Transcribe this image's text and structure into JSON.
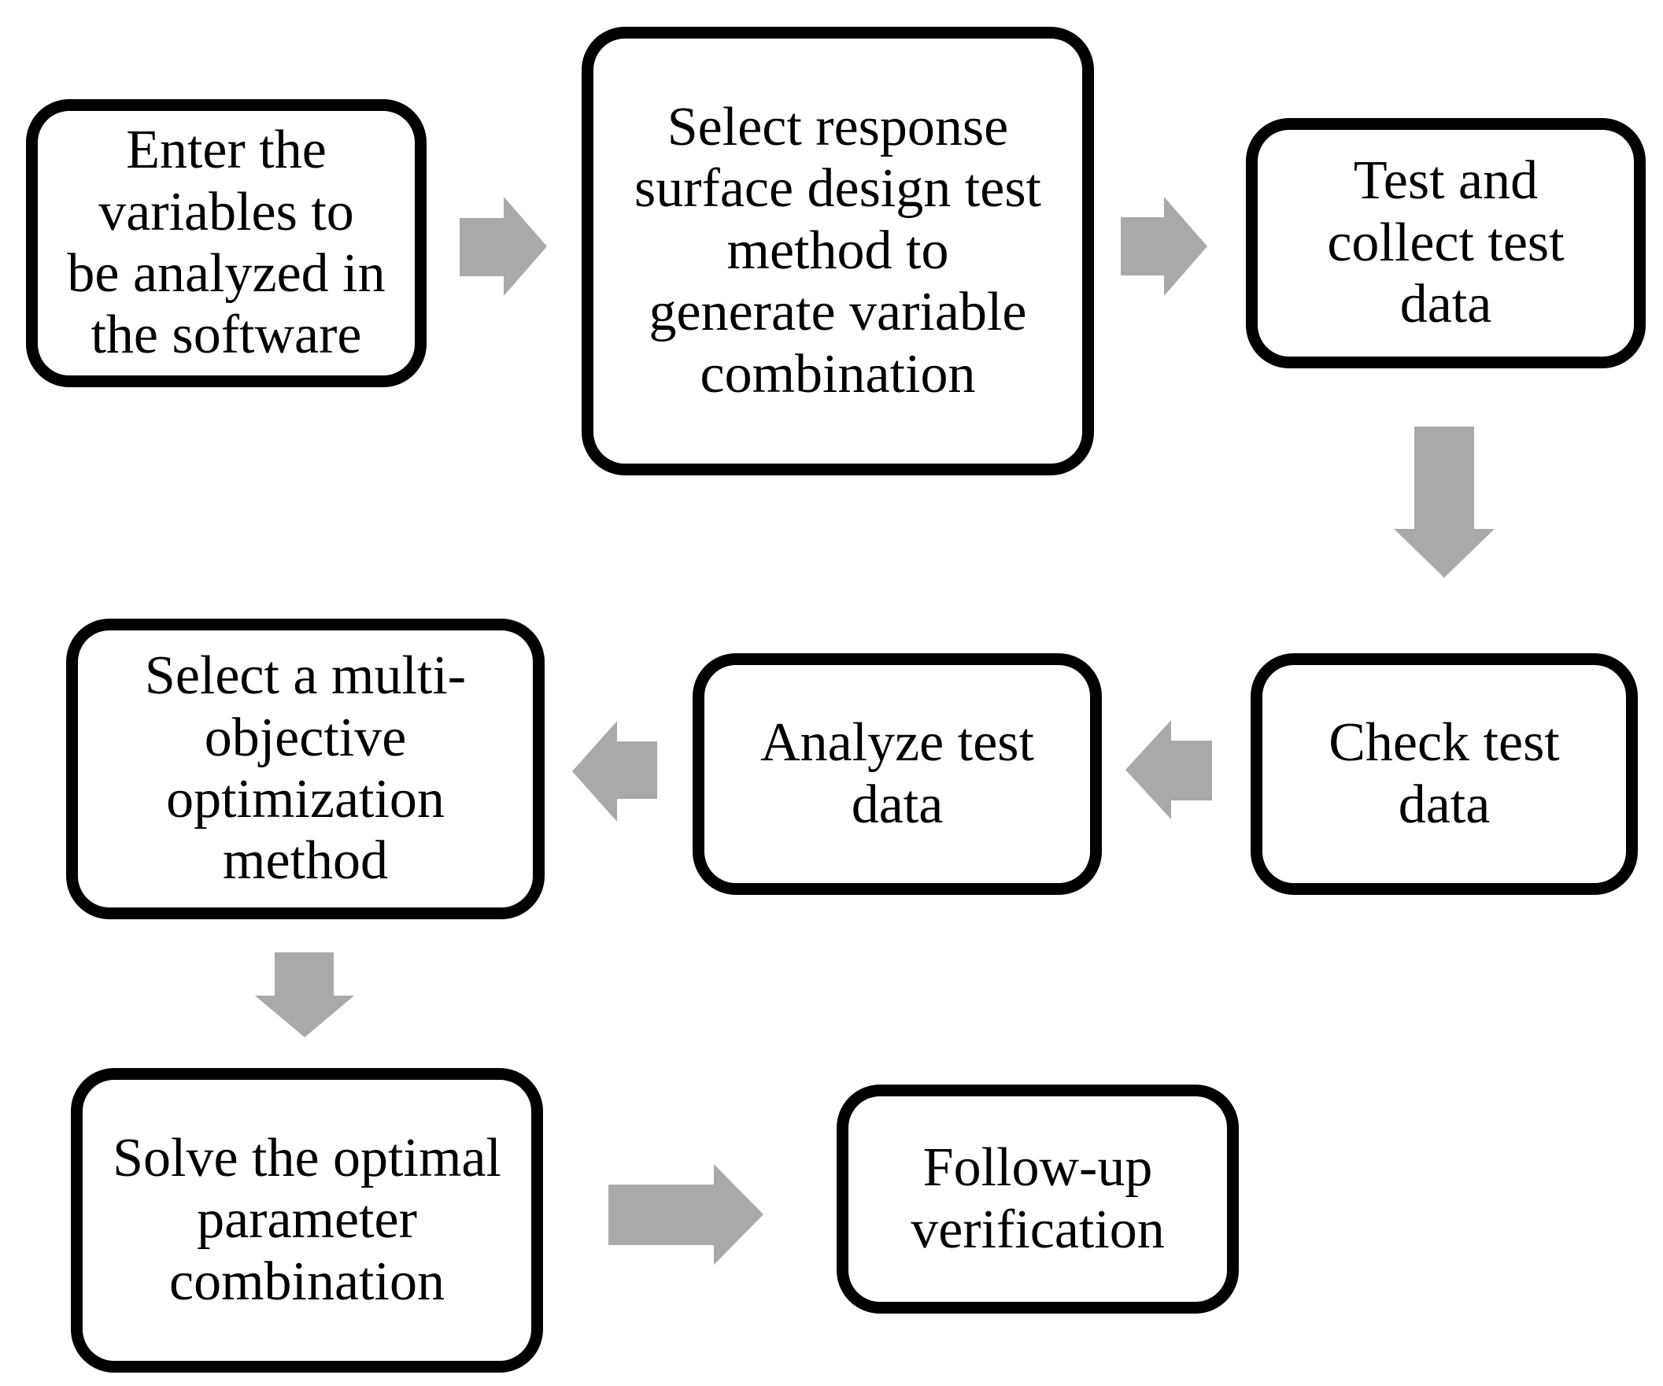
{
  "colors": {
    "background": "#ffffff",
    "box_border": "#000000",
    "text": "#000000",
    "arrow": "#a9a9a9"
  },
  "flowchart": {
    "steps": [
      {
        "id": "enter-variables",
        "label": "Enter the\nvariables to\nbe analyzed in\nthe software"
      },
      {
        "id": "select-rsm-design",
        "label": "Select response\nsurface design test\nmethod to\ngenerate variable\ncombination"
      },
      {
        "id": "test-collect-data",
        "label": "Test and\ncollect test\ndata"
      },
      {
        "id": "check-test-data",
        "label": "Check test\ndata"
      },
      {
        "id": "analyze-test-data",
        "label": "Analyze test\ndata"
      },
      {
        "id": "select-moo-method",
        "label": "Select a multi-\nobjective\noptimization\nmethod"
      },
      {
        "id": "solve-optimal-params",
        "label": "Solve the optimal\nparameter\ncombination"
      },
      {
        "id": "follow-up-verification",
        "label": "Follow-up\nverification"
      }
    ],
    "arrows": [
      {
        "from": "enter-variables",
        "to": "select-rsm-design",
        "direction": "right"
      },
      {
        "from": "select-rsm-design",
        "to": "test-collect-data",
        "direction": "right"
      },
      {
        "from": "test-collect-data",
        "to": "check-test-data",
        "direction": "down"
      },
      {
        "from": "check-test-data",
        "to": "analyze-test-data",
        "direction": "left"
      },
      {
        "from": "analyze-test-data",
        "to": "select-moo-method",
        "direction": "left"
      },
      {
        "from": "select-moo-method",
        "to": "solve-optimal-params",
        "direction": "down"
      },
      {
        "from": "solve-optimal-params",
        "to": "follow-up-verification",
        "direction": "right"
      }
    ]
  }
}
